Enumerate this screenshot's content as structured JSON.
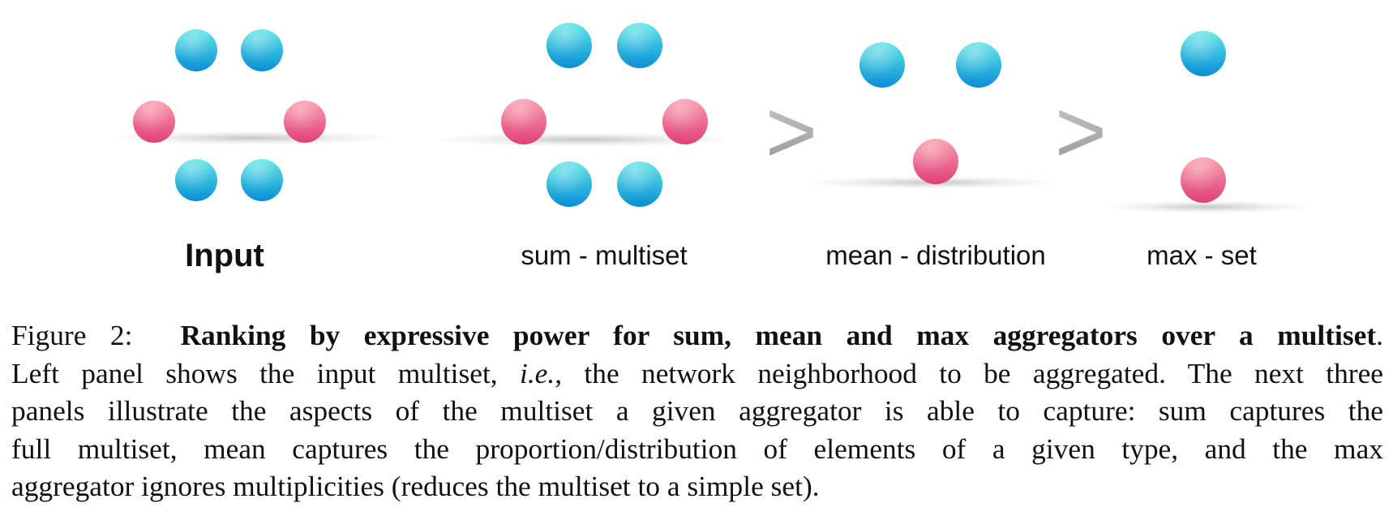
{
  "colors": {
    "neighbor_blue_top": "#5fe6e6",
    "neighbor_blue_bottom": "#0a8ed6",
    "node_pink_top": "#f99aa8",
    "node_pink_bottom": "#e0407a",
    "comparator_gray": "#a8a8a8"
  },
  "panels": [
    {
      "label": "Input",
      "bold": true
    },
    {
      "label": "sum - multiset",
      "bold": false
    },
    {
      "label": "mean - distribution",
      "bold": false
    },
    {
      "label": "max - set",
      "bold": false
    }
  ],
  "comparators": [
    ">",
    ">"
  ],
  "caption": {
    "figure_number": "Figure 2:",
    "title": "Ranking by expressive power for sum, mean and max aggregators over a multiset",
    "title_end": ".",
    "line2_a": "Left panel shows the input multiset,",
    "line2_ie": "i.e.",
    "line2_b": ", the network neighborhood to be aggregated. The next three",
    "line3": "panels illustrate the aspects of the multiset a given aggregator is able to capture: sum captures the",
    "line4": "full multiset, mean captures the proportion/distribution of elements of a given type, and the max",
    "line5": "aggregator ignores multiplicities (reduces the multiset to a simple set)."
  }
}
